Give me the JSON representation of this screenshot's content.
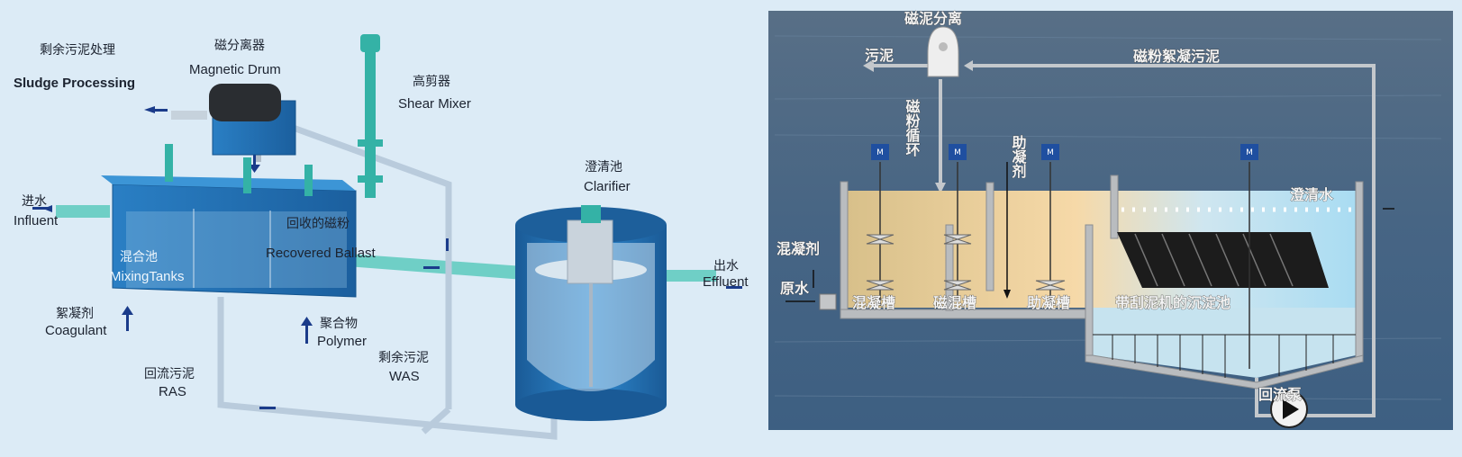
{
  "left_diagram": {
    "sludge_processing": {
      "zh": "剩余污泥处理",
      "en": "Sludge Processing"
    },
    "magnetic_drum": {
      "zh": "磁分离器",
      "en": "Magnetic Drum"
    },
    "shear_mixer": {
      "zh": "高剪器",
      "en": "Shear Mixer"
    },
    "recovered_ballast": {
      "zh": "回收的磁粉",
      "en": "Recovered Ballast"
    },
    "influent": {
      "zh": "进水",
      "en": "Influent"
    },
    "mixing_tanks": {
      "zh": "混合池",
      "en": "MixingTanks"
    },
    "coagulant": {
      "zh": "絮凝剂",
      "en": "Coagulant"
    },
    "polymer": {
      "zh": "聚合物",
      "en": "Polymer"
    },
    "clarifier": {
      "zh": "澄清池",
      "en": "Clarifier"
    },
    "effluent": {
      "zh": "出水",
      "en": "Effluent"
    },
    "ras": {
      "zh": "回流污泥",
      "en": "RAS"
    },
    "was": {
      "zh": "剩余污泥",
      "en": "WAS"
    }
  },
  "right_diagram": {
    "separator": "磁泥分离",
    "sludge_out": "污泥",
    "return_sludge": "磁粉絮凝污泥",
    "ballast_recycle": "磁粉循环",
    "coagulant_aid": "助凝剂",
    "coagulant": "混凝剂",
    "raw_water": "原水",
    "coag_tank": "混凝槽",
    "mag_mix_tank": "磁混槽",
    "floc_tank": "助凝槽",
    "settling_tank": "带刮泥机的沉淀池",
    "clear_water": "澄清水",
    "return_pump": "回流泵",
    "motor_label": "M"
  },
  "colors": {
    "tank_blue": "#1f6fb5",
    "pipe_teal": "#5cc7c0",
    "pipe_grey": "#b8c8d8",
    "sea": "#4d6a88",
    "arrow": "#1a3b8a"
  }
}
